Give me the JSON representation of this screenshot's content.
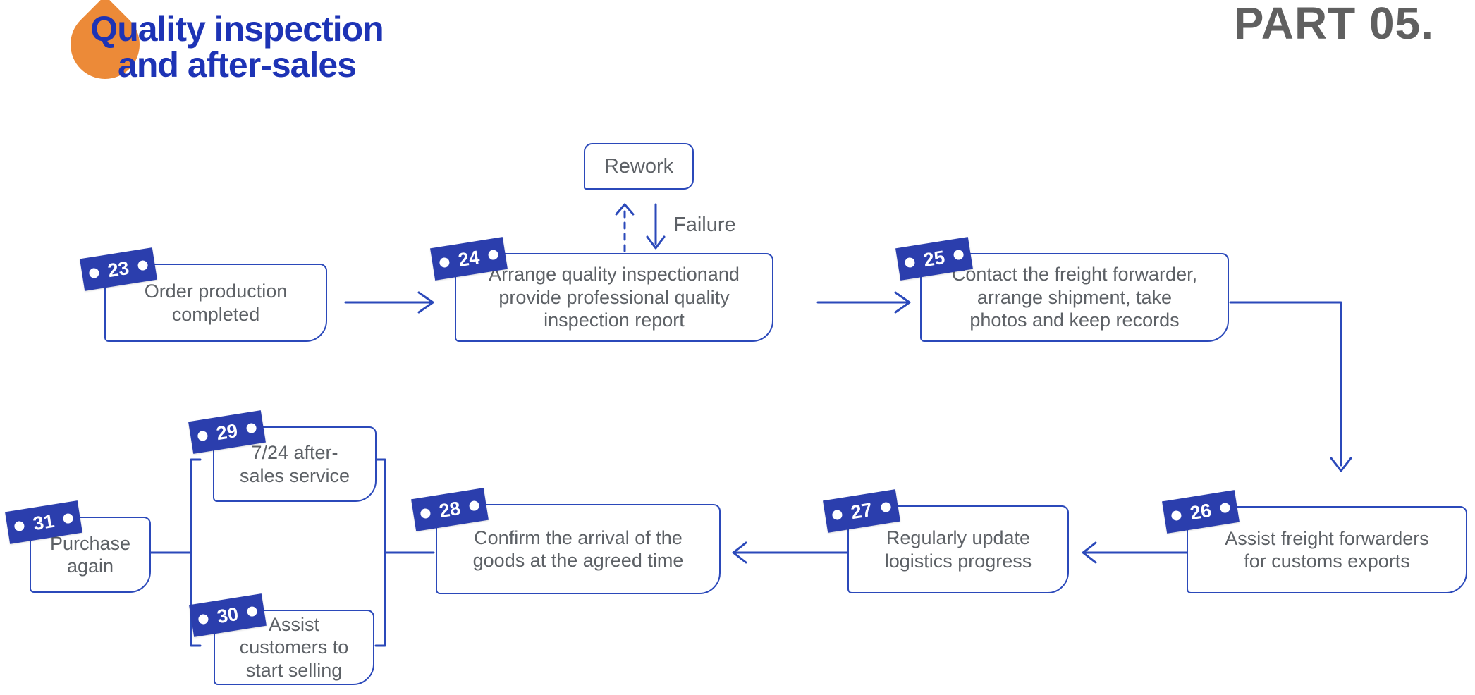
{
  "header": {
    "title_line1": "Quality inspection",
    "title_line2": "and after-sales",
    "part_label": "PART 05."
  },
  "flow": {
    "rework_label": "Rework",
    "failure_label": "Failure",
    "nodes": [
      {
        "number": "23",
        "label": "Order production\ncompleted"
      },
      {
        "number": "24",
        "label": "Arrange quality inspectionand\nprovide professional quality\ninspection report"
      },
      {
        "number": "25",
        "label": "Contact the freight forwarder,\narrange shipment, take\nphotos and keep records"
      },
      {
        "number": "26",
        "label": "Assist freight forwarders\nfor customs exports"
      },
      {
        "number": "27",
        "label": "Regularly update\nlogistics progress"
      },
      {
        "number": "28",
        "label": "Confirm the arrival of the\ngoods at the agreed time"
      },
      {
        "number": "29",
        "label": "7/24 after-\nsales service"
      },
      {
        "number": "30",
        "label": "Assist\ncustomers to\nstart selling"
      },
      {
        "number": "31",
        "label": "Purchase\nagain"
      }
    ]
  },
  "colors": {
    "accent_blue": "#2b49ba",
    "tag_blue": "#2b3ead",
    "title_blue": "#1d33b5",
    "text_gray": "#5d6166",
    "part_gray": "#606060",
    "orange": "#ec8a38"
  }
}
